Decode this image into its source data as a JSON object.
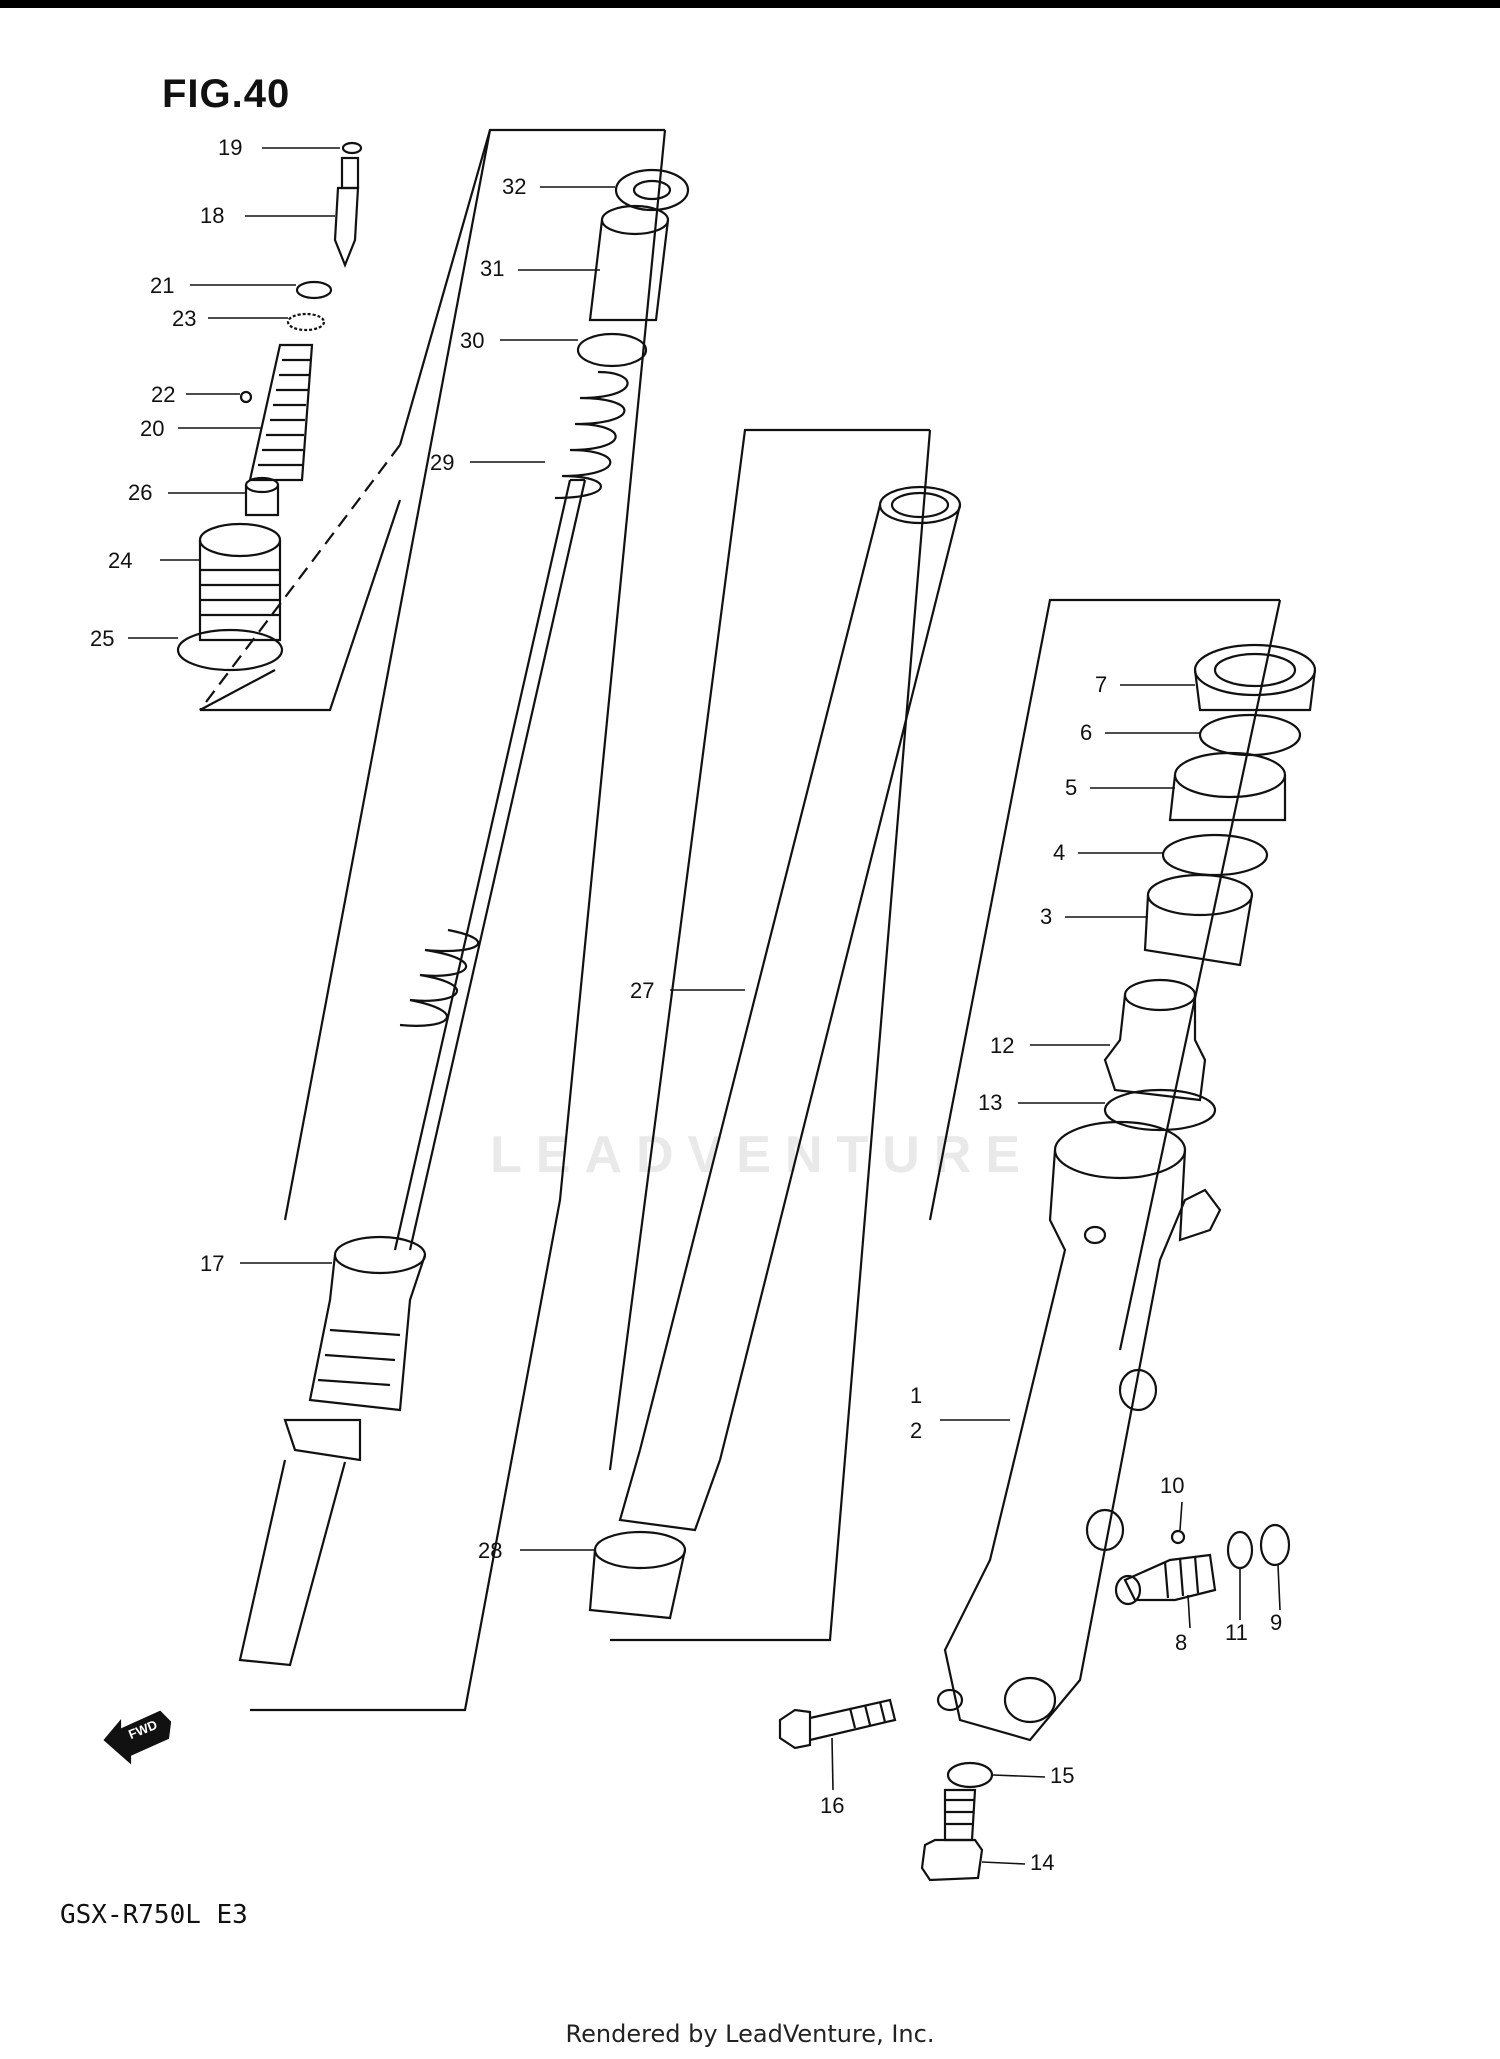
{
  "figure_label": "FIG.40",
  "model_code": "GSX-R750L  E3",
  "footer_text": "Rendered by LeadVenture, Inc.",
  "watermark_text": "LEADVENTURE",
  "fwd_label": "FWD",
  "colors": {
    "line": "#111111",
    "watermark": "#e9e9e9"
  },
  "callouts": {
    "p1": "1",
    "p2": "2",
    "p3": "3",
    "p4": "4",
    "p5": "5",
    "p6": "6",
    "p7": "7",
    "p8": "8",
    "p9": "9",
    "p10": "10",
    "p11": "11",
    "p12": "12",
    "p13": "13",
    "p14": "14",
    "p15": "15",
    "p16": "16",
    "p17": "17",
    "p18": "18",
    "p19": "19",
    "p20": "20",
    "p21": "21",
    "p22": "22",
    "p23": "23",
    "p24": "24",
    "p25": "25",
    "p26": "26",
    "p27": "27",
    "p28": "28",
    "p29": "29",
    "p30": "30",
    "p31": "31",
    "p32": "32"
  }
}
